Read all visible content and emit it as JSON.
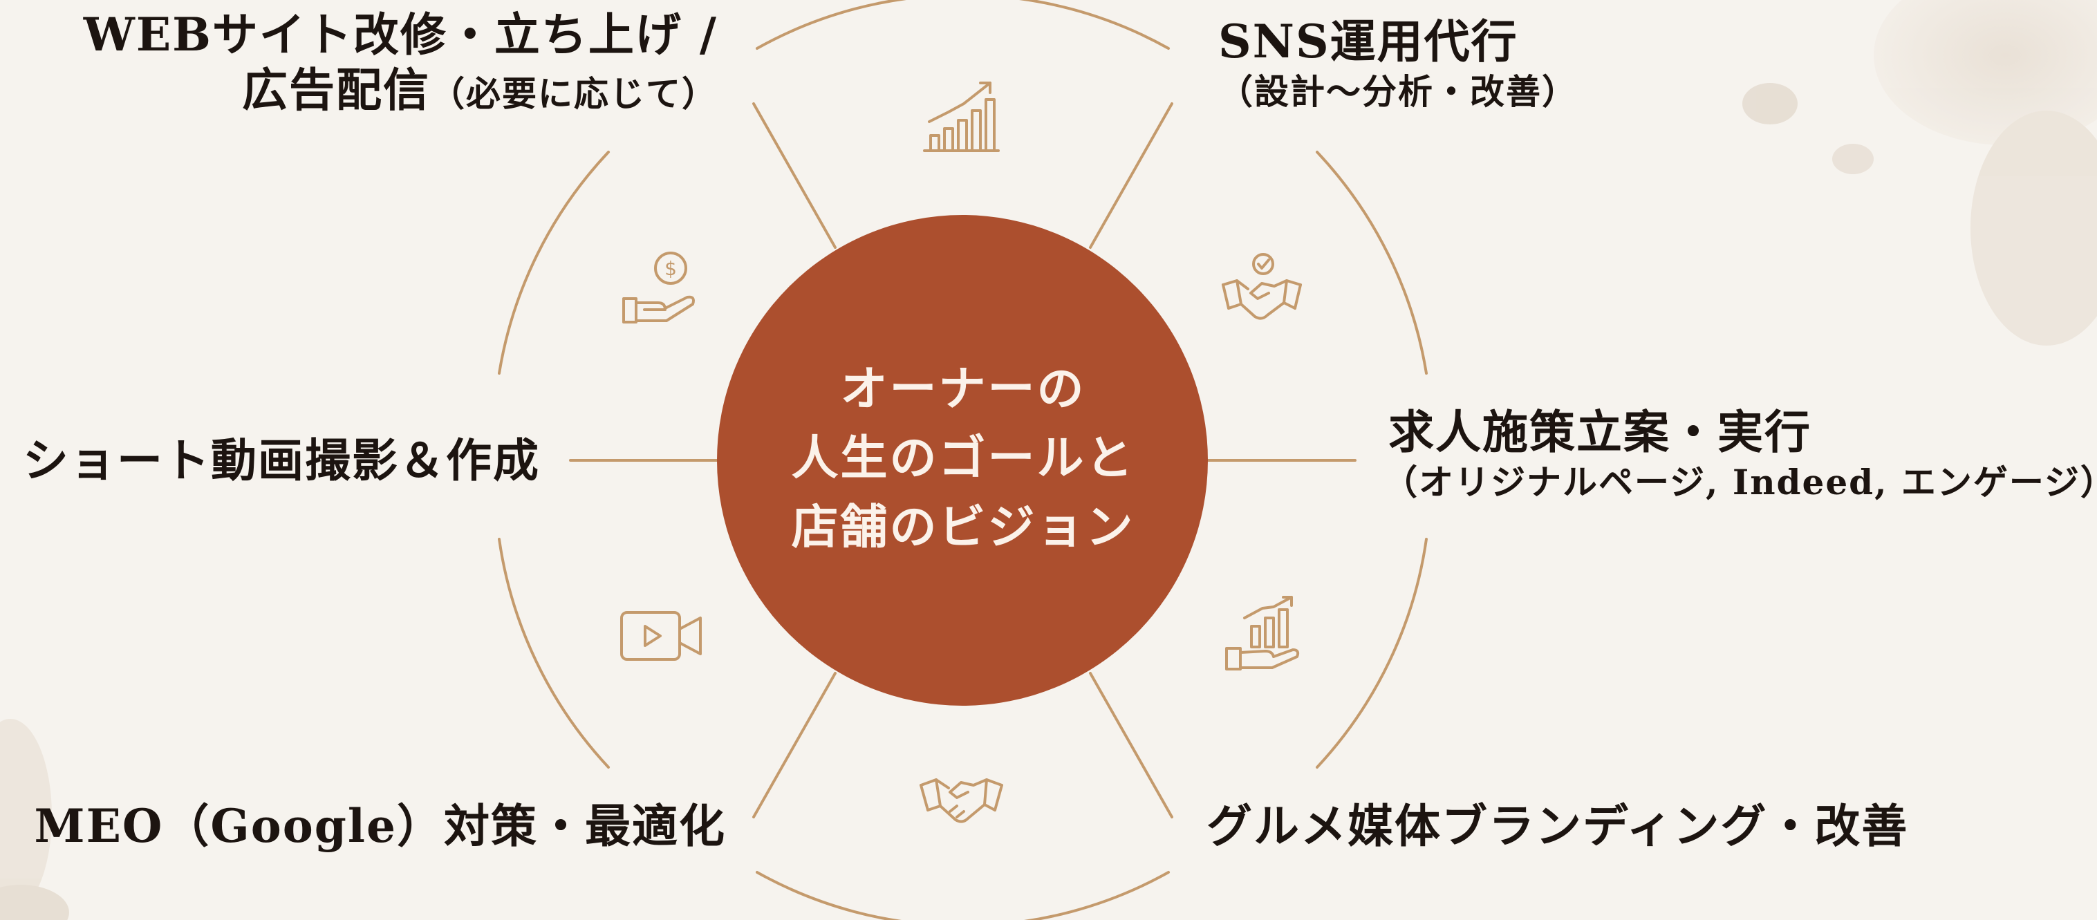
{
  "colors": {
    "background": "#f6f3ee",
    "center_circle": "#ac4f2e",
    "line": "#c49a6c",
    "text": "#1c1410",
    "center_text": "#fbf2ea"
  },
  "center": {
    "line1": "オーナーの",
    "line2": "人生のゴールと",
    "line3": "店舗のビジョン"
  },
  "services": {
    "web": {
      "line1": "WEBサイト改修・立ち上げ /",
      "line2_main": "広告配信",
      "line2_sub": "（必要に応じて）"
    },
    "sns": {
      "main": "SNS運用代行",
      "sub": "（設計〜分析・改善）"
    },
    "video": {
      "main": "ショート動画撮影＆作成"
    },
    "recruit": {
      "main": "求人施策立案・実行",
      "sub": "（オリジナルページ, Indeed, エンゲージ）"
    },
    "meo": {
      "main": "MEO（Google）対策・最適化"
    },
    "gourmet": {
      "main": "グルメ媒体ブランディング・改善"
    }
  },
  "icons": [
    "growth-chart-icon",
    "handshake-check-icon",
    "chart-hand-icon",
    "handshake-icon",
    "video-camera-icon",
    "money-hand-icon"
  ]
}
